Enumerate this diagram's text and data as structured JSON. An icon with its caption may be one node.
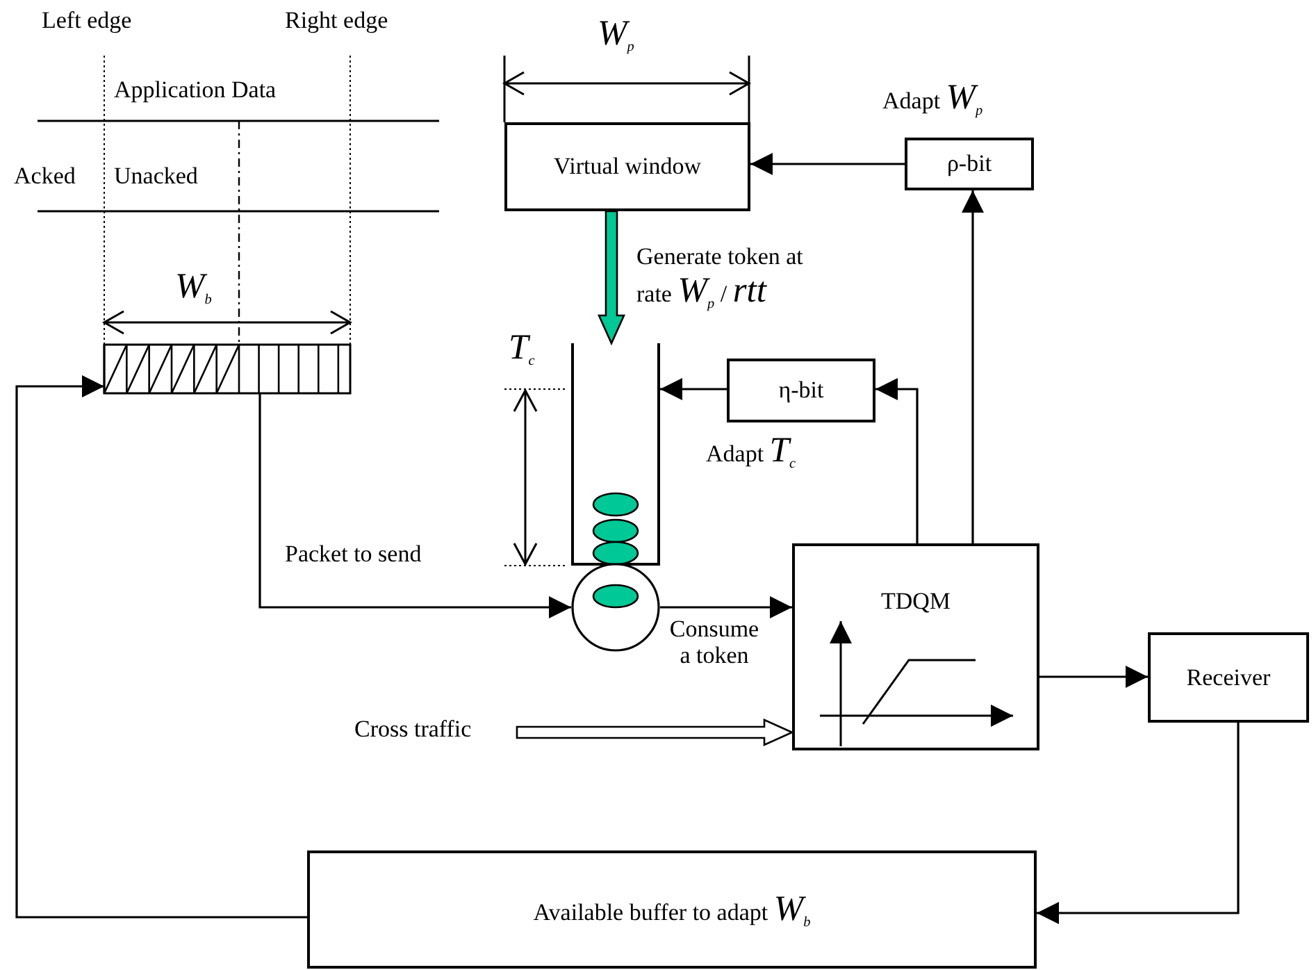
{
  "diagram": {
    "nodes": [
      {
        "text": [],
        "shape": "bar"
      },
      {
        "text": [
          "Virtual window"
        ]
      },
      {
        "text": [
          "ρ-bit"
        ],
        "beside": [
          "Adapt *W*$_{p}$"
        ]
      },
      {
        "text": [
          "η-bit"
        ],
        "beside": [
          "Adapt *T*$_{c}$"
        ]
      },
      {
        "text": [],
        "shape": "bucket"
      },
      {
        "text": [],
        "shape": "circle",
        "beside": [
          "Consume a token"
        ]
      },
      {
        "text": [
          "TDQM"
        ]
      },
      {
        "text": [
          "Receiver"
        ]
      },
      {
        "text": [
          "Available buffer to adapt *W*$_{b}$"
        ]
      },
      {
        "text": [
          "Cross traffic"
        ]
      }
    ],
    "edges": [
      {
        "from": 8,
        "to": 0,
        "arrow": "to"
      },
      {
        "from": 0,
        "to": 5,
        "arrow": "to",
        "label": "Packet to send"
      },
      {
        "from": 5,
        "to": 6,
        "arrow": "to"
      },
      {
        "from": 6,
        "to": 2,
        "arrow": "to"
      },
      {
        "from": 6,
        "to": 3,
        "arrow": "to"
      },
      {
        "from": 2,
        "to": 1,
        "arrow": "to"
      },
      {
        "from": 3,
        "to": 4,
        "arrow": "to"
      },
      {
        "from": 1,
        "to": 4,
        "arrow": "to",
        "style": "thick",
        "color": "#00c896",
        "label": "Generate token at rate *W*$_{p}$ / *rtt*"
      },
      {
        "from": 9,
        "to": 6,
        "arrow": "to",
        "style": "thick"
      },
      {
        "from": 6,
        "to": 7,
        "arrow": "to"
      },
      {
        "from": 7,
        "to": 8,
        "arrow": "to"
      }
    ],
    "labels": [
      "Left edge",
      "Right edge",
      "*W*$_{p}$",
      "Application Data",
      "Acked",
      "Unacked",
      "*W*$_{b}$",
      "*T*$_{c}$"
    ]
  }
}
